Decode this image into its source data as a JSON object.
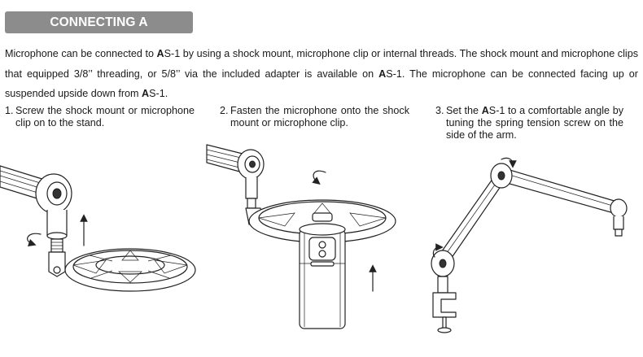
{
  "section_title": "CONNECTING A MICROPHONE",
  "intro": {
    "part1": "Microphone can be connected to ",
    "brand_a": "A",
    "part2": "S-1 by using a shock mount, microphone clip or internal threads. The shock mount and microphone clips that equipped 3/8’’ threading, or 5/8’’ via the included adapter is available on ",
    "brand_b": "A",
    "part3": "S-1. The microphone can be connected facing up or suspended upside down from ",
    "brand_c": "A",
    "part4": "S-1."
  },
  "steps": [
    {
      "number": "1.",
      "text": "Screw the shock mount or microphone clip on to the stand."
    },
    {
      "number": "2.",
      "text": "Fasten the microphone onto the shock mount or microphone clip."
    },
    {
      "number": "3.",
      "text_before": "Set the ",
      "brand": "A",
      "text_after": "S-1 to a comfortable angle by tuning the spring tension screw on the side of the arm."
    }
  ]
}
